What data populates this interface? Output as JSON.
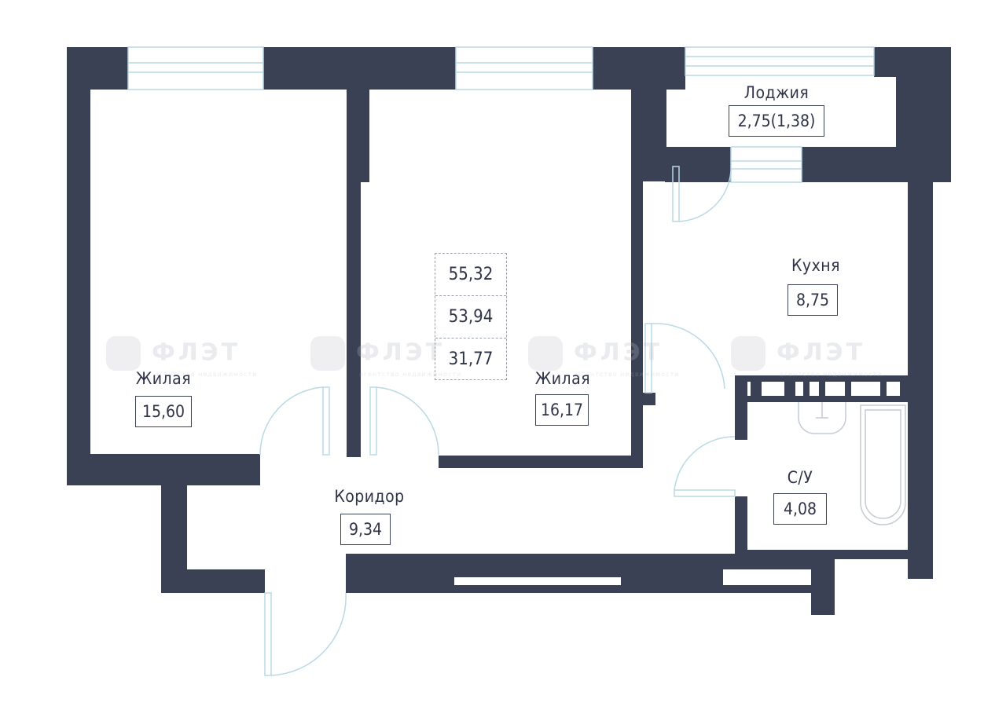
{
  "colors": {
    "wall": "#3a4154",
    "glass": "#b9d9e3",
    "text": "#2e3447"
  },
  "rooms": {
    "living1": {
      "name": "Жилая",
      "area": "15,60"
    },
    "living2": {
      "name": "Жилая",
      "area": "16,17"
    },
    "loggia": {
      "name": "Лоджия",
      "area": "2,75(1,38)"
    },
    "kitchen": {
      "name": "Кухня",
      "area": "8,75"
    },
    "bathroom": {
      "name": "С/У",
      "area": "4,08"
    },
    "corridor": {
      "name": "Коридор",
      "area": "9,34"
    }
  },
  "totals": {
    "total_area": "55,32",
    "area_without_loggia": "53,94",
    "living_area": "31,77"
  },
  "watermark": {
    "brand": "ФЛЭТ",
    "tagline": "агентство недвижимости"
  }
}
